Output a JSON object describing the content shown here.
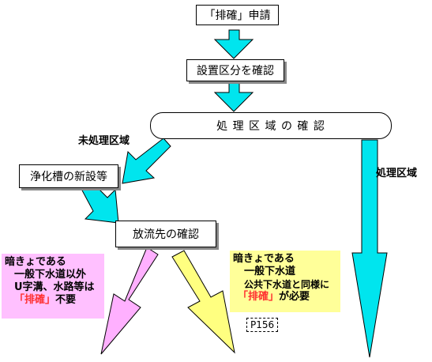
{
  "nodes": {
    "application": "「排確」申請",
    "confirm_classification": "設置区分を確認",
    "confirm_treatment_area": "処 理 区 域 の 確 認",
    "new_septic_tank": "浄化槽の新設等",
    "confirm_discharge": "放流先の確認"
  },
  "labels": {
    "untreated_area": "未処理区域",
    "treated_area": "処理区域"
  },
  "note_left": {
    "line1": "暗きょである",
    "line2": "一般下水道以外",
    "line3": "U字溝、水路等は",
    "line4_red": "「排確」",
    "line4_rest": "不要"
  },
  "note_right": {
    "line1": "暗きょである",
    "line2": "一般下水道",
    "line3": "公共下水道と同様に",
    "line4_red": "「排確」",
    "line4_rest": "が必要"
  },
  "page_ref": "P156",
  "colors": {
    "cyan_arrow": "#00e5ee",
    "pink_arrow": "#ffb0ff",
    "yellow_arrow": "#ffff80",
    "note_left_bg": "#ffc0ff",
    "note_right_bg": "#ffff99",
    "highlight_red": "#ff3030"
  }
}
